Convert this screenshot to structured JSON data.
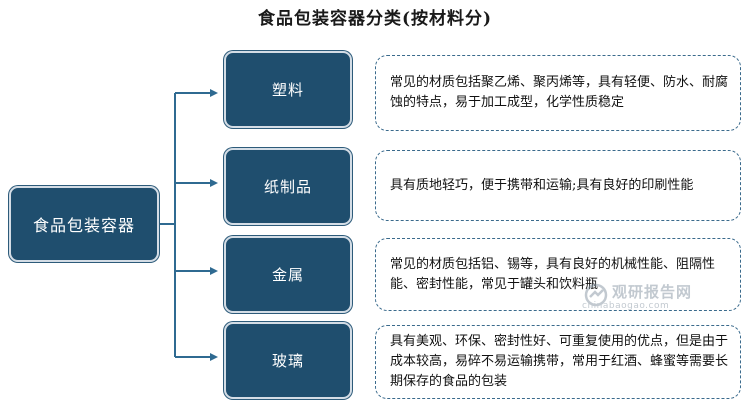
{
  "title": "食品包装容器分类(按材料分)",
  "root": "食品包装容器",
  "categories": [
    {
      "label": "塑料",
      "description": "常见的材质包括聚乙烯、聚丙烯等，具有轻便、防水、耐腐蚀的特点，易于加工成型，化学性质稳定"
    },
    {
      "label": "纸制品",
      "description": "具有质地轻巧，便于携带和运输;具有良好的印刷性能"
    },
    {
      "label": "金属",
      "description": "常见的材质包括铝、锡等，具有良好的机械性能、阻隔性能、密封性能，常见于罐头和饮料瓶"
    },
    {
      "label": "玻璃",
      "description": "具有美观、环保、密封性好、可重复使用的优点，但是由于成本较高，易碎不易运输携带，常用于红酒、蜂蜜等需要长期保存的食品的包装"
    }
  ],
  "watermark": {
    "name": "观研报告网",
    "url": "chinabaogao.com"
  },
  "colors": {
    "node_fill": "#1f4e6e",
    "connector": "#2f6a91",
    "dashed_border": "#3a6a8c"
  }
}
